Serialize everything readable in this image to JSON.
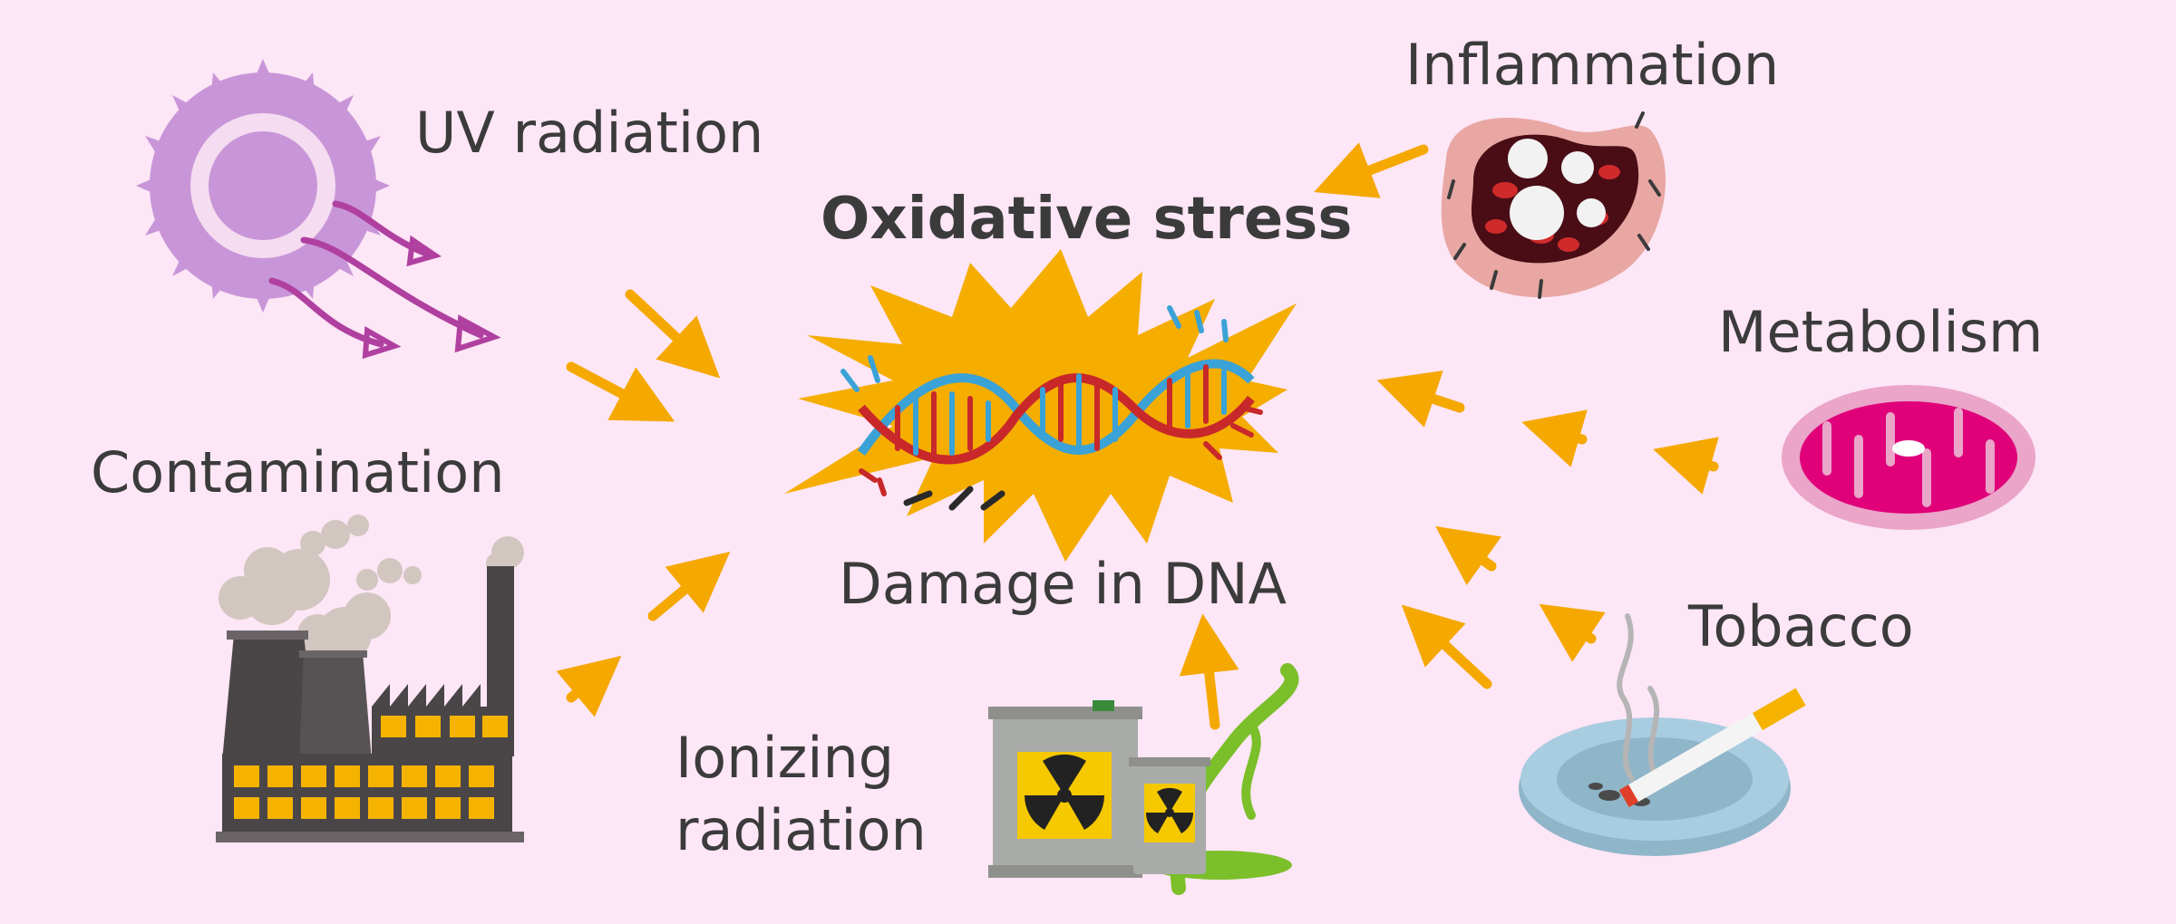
{
  "center": {
    "title": "Oxidative stress",
    "subtitle": "Damage in DNA"
  },
  "sources": {
    "uv": "UV radiation",
    "contamination": "Contamination",
    "ionizing_line1": "Ionizing",
    "ionizing_line2": "radiation",
    "inflammation": "Inflammation",
    "metabolism": "Metabolism",
    "tobacco": "Tobacco"
  },
  "colors": {
    "background": "#fde6f6",
    "arrow": "#f5a800",
    "burst": "#f5ad00",
    "uv": "#c896d8",
    "mitochondria": "#e0007a"
  }
}
